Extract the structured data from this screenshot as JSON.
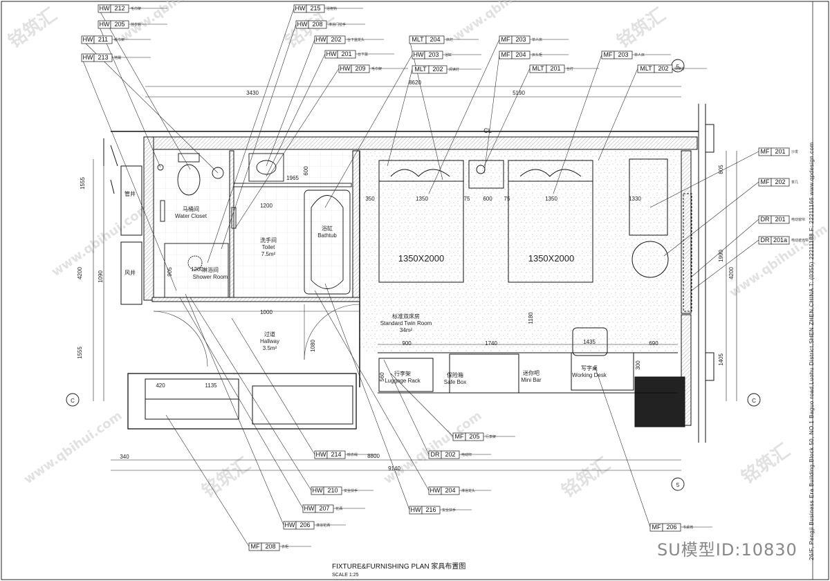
{
  "drawing": {
    "title": "FIXTURE&FURNISHING  PLAN  家具布置图",
    "scale": "SCALE  1:25",
    "company": "26/F, Pengji Business Era Building,Block 50, NO.1 Baguo road,Luohu District,SHEN ZHEN,CHINA   T: (0355) 22211188  F: 22211166   www.qpdesign.com",
    "model_id": "SU模型ID:10830",
    "watermarks": [
      {
        "text": "铭筑汇"
      },
      {
        "text": "www.qbihui.com"
      }
    ]
  },
  "axes": [
    {
      "label": "C"
    },
    {
      "label": "C"
    },
    {
      "label": "5"
    },
    {
      "label": "5"
    }
  ],
  "dimensions": [
    {
      "text": "8620"
    },
    {
      "text": "3430"
    },
    {
      "text": "5190"
    },
    {
      "text": "1555"
    },
    {
      "text": "4200"
    },
    {
      "text": "1090"
    },
    {
      "text": "1555"
    },
    {
      "text": "805"
    },
    {
      "text": "1990"
    },
    {
      "text": "4200"
    },
    {
      "text": "1405"
    },
    {
      "text": "1965"
    },
    {
      "text": "600"
    },
    {
      "text": "1200"
    },
    {
      "text": "1200"
    },
    {
      "text": "905"
    },
    {
      "text": "1080"
    },
    {
      "text": "1180"
    },
    {
      "text": "350"
    },
    {
      "text": "1350"
    },
    {
      "text": "75"
    },
    {
      "text": "600"
    },
    {
      "text": "75"
    },
    {
      "text": "1350"
    },
    {
      "text": "1330"
    },
    {
      "text": "900"
    },
    {
      "text": "1740"
    },
    {
      "text": "1435"
    },
    {
      "text": "690"
    },
    {
      "text": "560"
    },
    {
      "text": "300"
    },
    {
      "text": "420"
    },
    {
      "text": "1135"
    },
    {
      "text": "1000"
    },
    {
      "text": "340"
    },
    {
      "text": "8800"
    },
    {
      "text": "9140"
    }
  ],
  "rooms": [
    {
      "cn": "马桶间",
      "en": "Water Closet"
    },
    {
      "cn": "洗手间",
      "en": "Toilet",
      "area": "7.5m²"
    },
    {
      "cn": "淋浴间",
      "en": "Shower Room"
    },
    {
      "cn": "浴缸",
      "en": "Bathtub"
    },
    {
      "cn": "过道",
      "en": "Hallway",
      "area": "3.5m²"
    },
    {
      "cn": "标准双床房",
      "en": "Standard Twin Room",
      "area": "34m²"
    },
    {
      "cn": "行李架",
      "en": "Luggage Rack"
    },
    {
      "cn": "保险箱",
      "en": "Safe Box"
    },
    {
      "cn": "迷你吧",
      "en": "Mini Bar"
    },
    {
      "cn": "写字桌",
      "en": "Working Desk"
    },
    {
      "cn": "管井",
      "en": ""
    },
    {
      "cn": "风井",
      "en": ""
    }
  ],
  "beds": [
    {
      "size": "1350X2000"
    },
    {
      "size": "1350X2000"
    }
  ],
  "tags_top": [
    {
      "code": "HW",
      "num": "212",
      "note": "毛巾架"
    },
    {
      "code": "HW",
      "num": "205",
      "note": "挂衣钩"
    },
    {
      "code": "HW",
      "num": "211",
      "note": "纸巾架"
    },
    {
      "code": "HW",
      "num": "213",
      "note": "地漏"
    },
    {
      "code": "HW",
      "num": "215",
      "note": "浴袍钩"
    },
    {
      "code": "HW",
      "num": "208",
      "note": "淋浴门拉手"
    },
    {
      "code": "HW",
      "num": "202",
      "note": "台下盆龙头"
    },
    {
      "code": "HW",
      "num": "201",
      "note": "台下盆"
    },
    {
      "code": "HW",
      "num": "209",
      "note": "毛巾架"
    },
    {
      "code": "MLT",
      "num": "204",
      "note": "床灯"
    },
    {
      "code": "HW",
      "num": "203",
      "note": "浴缸"
    },
    {
      "code": "MLT",
      "num": "202",
      "note": "阅读灯"
    },
    {
      "code": "MF",
      "num": "203",
      "note": "单人床"
    },
    {
      "code": "MF",
      "num": "204",
      "note": "床头柜"
    },
    {
      "code": "MLT",
      "num": "201",
      "note": "台灯"
    },
    {
      "code": "MF",
      "num": "203",
      "note": "单人床"
    },
    {
      "code": "MLT",
      "num": "202",
      "note": "阅读灯"
    }
  ],
  "tags_right": [
    {
      "code": "MF",
      "num": "201",
      "note": "沙发"
    },
    {
      "code": "MF",
      "num": "202",
      "note": "茶几"
    },
    {
      "code": "DR",
      "num": "201",
      "note": "电动窗帘"
    },
    {
      "code": "DR",
      "num": "201a",
      "note": "电动遮光帘"
    }
  ],
  "tags_bottom": [
    {
      "code": "MF",
      "num": "205",
      "note": "行李架"
    },
    {
      "code": "DR",
      "num": "202",
      "note": "电动帘"
    },
    {
      "code": "HW",
      "num": "214",
      "note": "晾衣绳"
    },
    {
      "code": "HW",
      "num": "210",
      "note": "安全扶手"
    },
    {
      "code": "HW",
      "num": "204",
      "note": "淋浴龙头"
    },
    {
      "code": "HW",
      "num": "207",
      "note": "花洒"
    },
    {
      "code": "HW",
      "num": "216",
      "note": "安全扶手"
    },
    {
      "code": "HW",
      "num": "206",
      "note": "淋浴花洒"
    },
    {
      "code": "MF",
      "num": "206",
      "note": "书桌椅"
    },
    {
      "code": "MF",
      "num": "208",
      "note": "衣柜"
    }
  ],
  "markers": [
    {
      "text": "CL"
    }
  ]
}
